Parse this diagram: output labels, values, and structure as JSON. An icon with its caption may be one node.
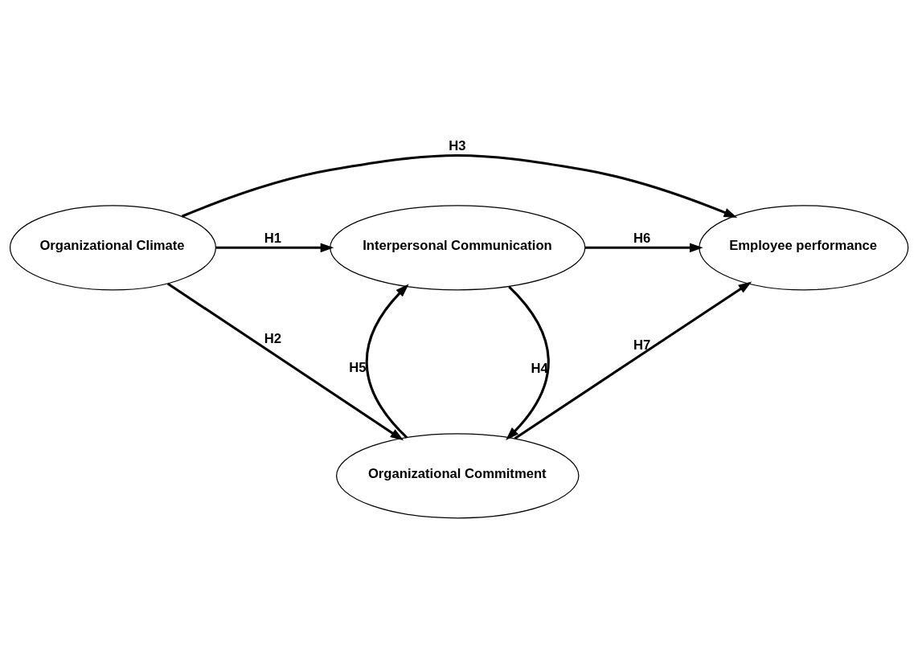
{
  "diagram": {
    "nodes": [
      {
        "text": [
          "Interpersonal Communication"
        ]
      },
      {
        "text": [
          "Organizational Climate"
        ]
      },
      {
        "text": [
          "Employee performance"
        ]
      },
      {
        "text": [
          "Organizational Commitment"
        ]
      }
    ],
    "edges": [
      {
        "from": 1,
        "to": 0,
        "arrow": "to",
        "label": "H1"
      },
      {
        "from": 1,
        "to": 3,
        "arrow": "to",
        "label": "H2"
      },
      {
        "from": 1,
        "to": 2,
        "arrow": "to",
        "label": "H3"
      },
      {
        "from": 0,
        "to": 3,
        "arrow": "to",
        "label": "H4"
      },
      {
        "from": 3,
        "to": 0,
        "arrow": "to",
        "label": "H5"
      },
      {
        "from": 0,
        "to": 2,
        "arrow": "to",
        "label": "H6"
      },
      {
        "from": 3,
        "to": 2,
        "arrow": "to",
        "label": "H7"
      }
    ]
  }
}
